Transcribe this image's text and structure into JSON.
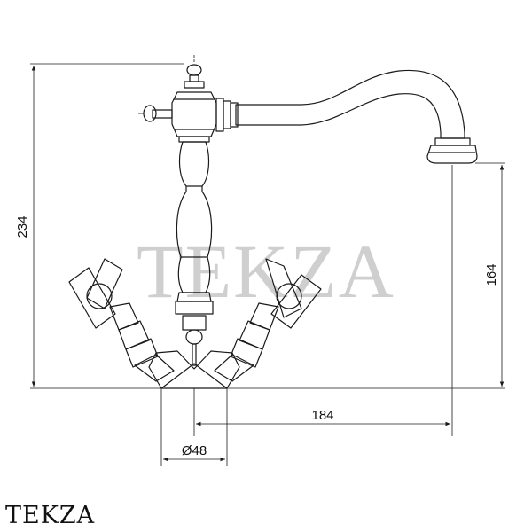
{
  "watermark": "TEKZA",
  "brand": "TEKZA",
  "dimensions": {
    "total_height": "234",
    "spout_height": "164",
    "spout_reach": "184",
    "base_diameter": "Ø48"
  },
  "colors": {
    "line": "#1a1a1a",
    "watermark": "#cfcfcf",
    "background": "#ffffff"
  }
}
